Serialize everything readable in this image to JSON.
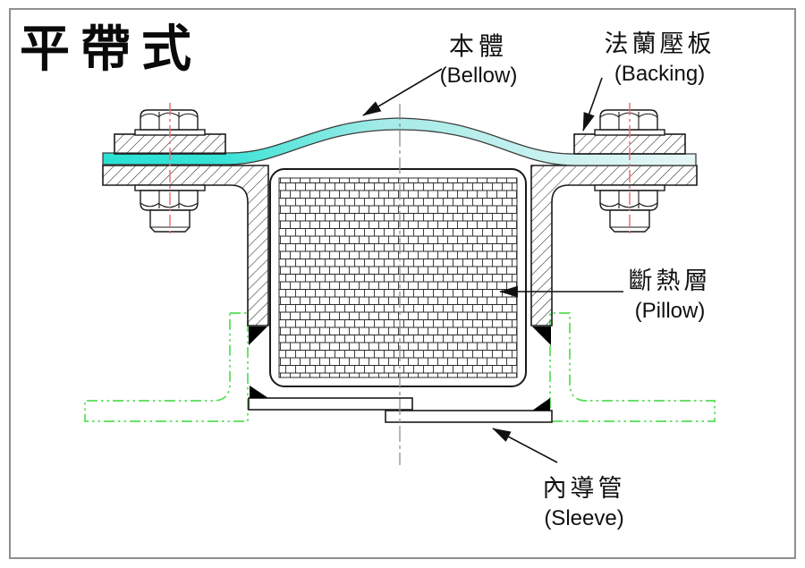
{
  "title": "平帶式",
  "labels": {
    "bellow": {
      "zh": "本體",
      "en": "(Bellow)"
    },
    "backing": {
      "zh": "法蘭壓板",
      "en": "(Backing)"
    },
    "pillow": {
      "zh": "斷熱層",
      "en": "(Pillow)"
    },
    "sleeve": {
      "zh": "內導管",
      "en": "(Sleeve)"
    }
  },
  "colors": {
    "bellow_start": "#2ae1d4",
    "bellow_mid": "#a6ebe8",
    "bellow_end": "#e8f7f6",
    "phantom_green": "#55dd55",
    "centerline_red": "#e87272",
    "centerline_gray": "#909090",
    "line_black": "#1a1a1a"
  }
}
